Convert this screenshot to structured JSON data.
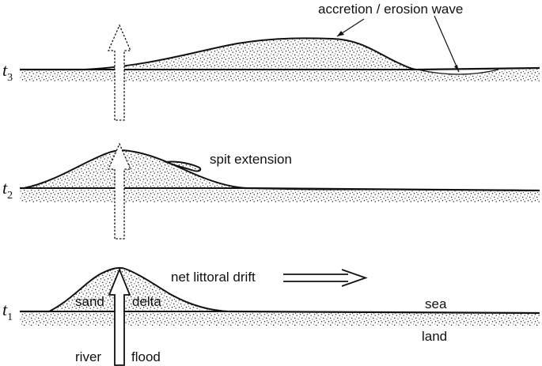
{
  "labels": {
    "accretion_wave": "accretion / erosion wave",
    "spit_extension": "spit extension",
    "net_drift": "net littoral drift",
    "sand": "sand",
    "delta": "delta",
    "sea": "sea",
    "land": "land",
    "river": "river",
    "flood": "flood"
  },
  "time_steps": [
    {
      "base": "t",
      "sub": "3"
    },
    {
      "base": "t",
      "sub": "2"
    },
    {
      "base": "t",
      "sub": "1"
    }
  ]
}
